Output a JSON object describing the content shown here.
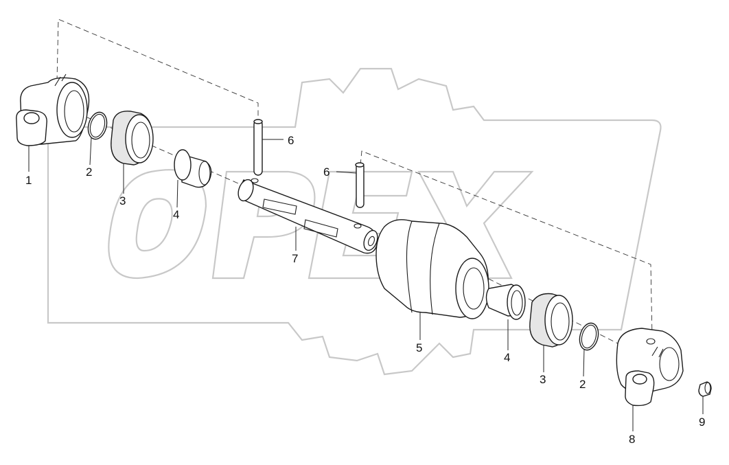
{
  "callouts": {
    "p1": "1",
    "p2a": "2",
    "p3a": "3",
    "p4a": "4",
    "p6a": "6",
    "p6b": "6",
    "p7": "7",
    "p5": "5",
    "p4b": "4",
    "p3b": "3",
    "p2b": "2",
    "p9": "9",
    "p8": "8"
  },
  "watermark": {
    "text": "OPEX",
    "color": "#c8c8c8"
  },
  "colors": {
    "line": "#1a1a1a",
    "shade": "#e6e6e6",
    "background": "#ffffff"
  }
}
